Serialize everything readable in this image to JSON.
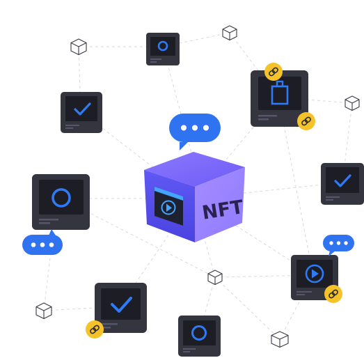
{
  "center": {
    "label": "NFT"
  },
  "colors": {
    "card": "#33343f",
    "card_edge": "#1d1e26",
    "screen": "#1b1c24",
    "accent": "#2f7bf6",
    "bubble": "#2f73f0",
    "coin": "#f5c22a",
    "line": "#d6d6d6",
    "cube_top": "#8a73ff",
    "cube_left": "#5c55f2",
    "cube_right": "#a58cff"
  },
  "cards": [
    {
      "name": "nft-card-top-circle",
      "icon": "circle-icon"
    },
    {
      "name": "nft-card-top-right-square",
      "icon": "square-icon"
    },
    {
      "name": "nft-card-left-check",
      "icon": "checkmark-icon"
    },
    {
      "name": "nft-card-left-circle",
      "icon": "circle-icon"
    },
    {
      "name": "nft-card-right-check",
      "icon": "checkmark-icon"
    },
    {
      "name": "nft-card-right-play",
      "icon": "play-icon"
    },
    {
      "name": "nft-card-bottom-left-check",
      "icon": "checkmark-icon"
    },
    {
      "name": "nft-card-bottom-circle",
      "icon": "circle-icon"
    }
  ],
  "decorations": {
    "chat_bubbles": 3,
    "link_coins": 4,
    "wireframe_cubes": 6
  }
}
